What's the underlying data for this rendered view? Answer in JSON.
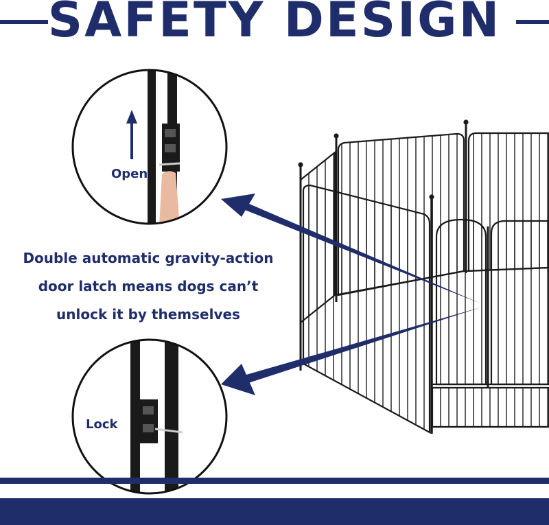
{
  "header": {
    "title": "SAFETY DESIGN"
  },
  "callouts": {
    "open_label": "Open",
    "lock_label": "Lock"
  },
  "description": {
    "line1": "Double automatic gravity-action",
    "line2": "door latch means dogs can’t",
    "line3": "unlock it by themselves"
  },
  "colors": {
    "accent": "#1f2d6b",
    "fence": "#1a1a1a"
  }
}
